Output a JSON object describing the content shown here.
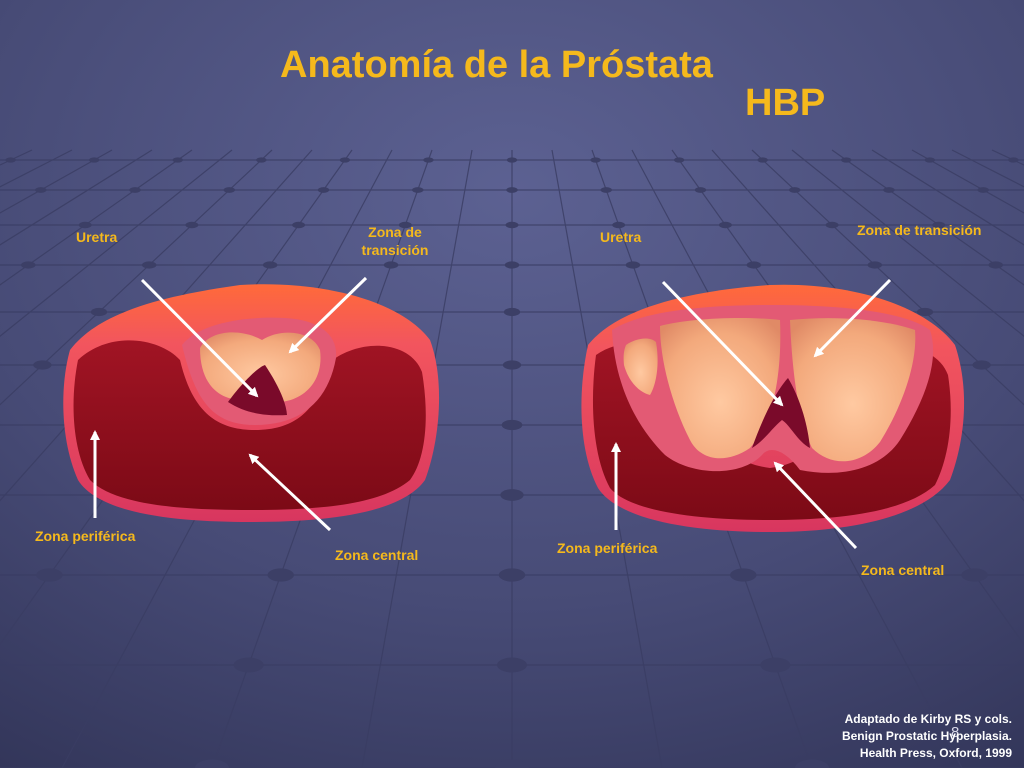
{
  "slide": {
    "title": "Anatomía de la Próstata",
    "subtitle": "HBP",
    "page_number": "8",
    "colors": {
      "background": "#4a4f7a",
      "title": "#f5b91c",
      "label": "#f5b91c",
      "peripheral_zone": "#8f0d1a",
      "transition_zone": "#f0a77a",
      "urethra": "#7a0a2a"
    }
  },
  "normal": {
    "uretra": "Uretra",
    "zona_transicion": "Zona de transición",
    "zona_periferica": "Zona periférica",
    "zona_central": "Zona central"
  },
  "hbp": {
    "uretra": "Uretra",
    "zona_transicion": "Zona de transición",
    "zona_periferica": "Zona periférica",
    "zona_central": "Zona central"
  },
  "credit": {
    "line1": "Adaptado de Kirby RS y cols.",
    "line2": "Benign Prostatic Hyperplasia.",
    "line3": "Health Press, Oxford, 1999"
  }
}
